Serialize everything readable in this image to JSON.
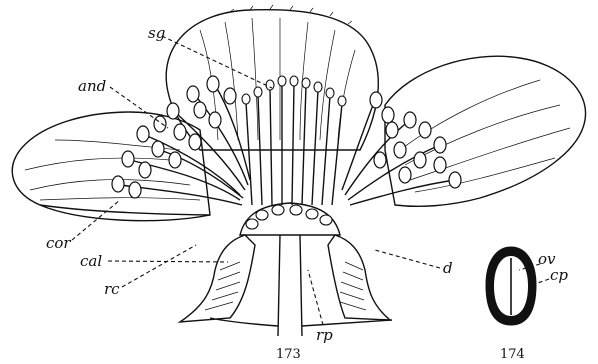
{
  "figure_173": {
    "number": "173",
    "labels": {
      "sg": "sg",
      "and": "and",
      "cor": "cor",
      "cal": "cal",
      "rc": "rc",
      "rp": "rp",
      "d": "d"
    }
  },
  "figure_174": {
    "number": "174",
    "labels": {
      "ov": "ov",
      "cp": "cp"
    }
  }
}
